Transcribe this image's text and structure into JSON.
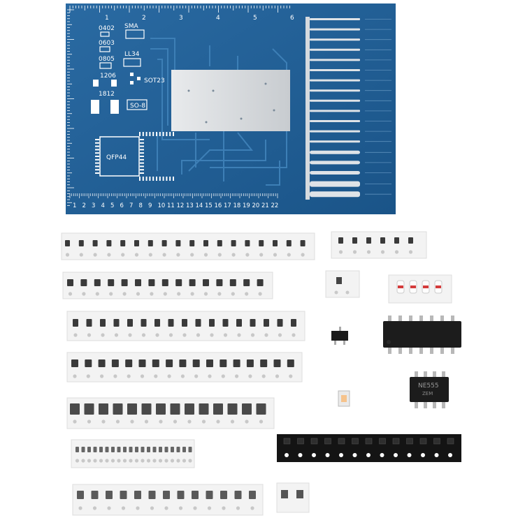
{
  "board": {
    "ruler_top": [
      "1",
      "2",
      "3",
      "4",
      "5",
      "6"
    ],
    "ruler_bottom": [
      "1",
      "2",
      "3",
      "4",
      "5",
      "6",
      "7",
      "8",
      "9",
      "10",
      "11",
      "12",
      "13",
      "14",
      "15",
      "16",
      "17",
      "18",
      "19",
      "20",
      "21",
      "22"
    ],
    "labels": {
      "p0402": "0402",
      "p0603": "0603",
      "p0805": "0805",
      "p1206": "1206",
      "p1812": "1812",
      "sma": "SMA",
      "ll34": "LL34",
      "sot23": "SOT23",
      "so8": "SO-8",
      "qfp44": "QFP44"
    }
  },
  "chips": {
    "large_ic_marking": "NE555",
    "small_ic_marking": "ZEM"
  },
  "colors": {
    "pcb": "#1f5f96",
    "tape": "#f3f3f3",
    "black_tape": "#141414",
    "component_body": "#3a3a3a"
  }
}
